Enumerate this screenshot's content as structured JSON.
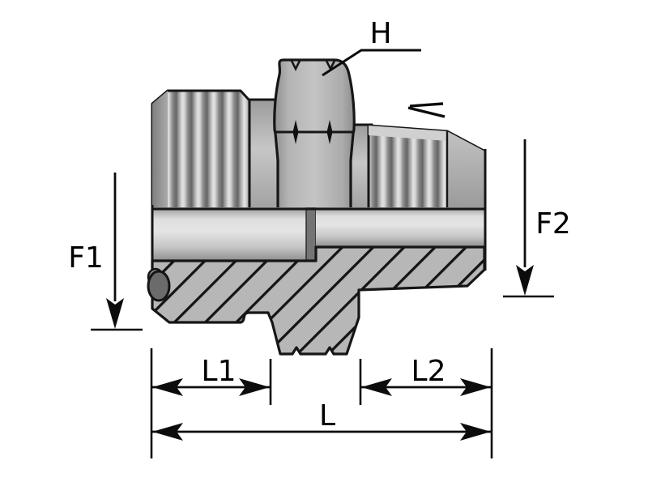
{
  "diagram": {
    "kind": "technical-drawing-half-section-fitting",
    "colors": {
      "background": "#ffffff",
      "outline": "#161616",
      "section_fill": "#b7b7b7",
      "hatch_line": "#141414",
      "label_text": "#000000",
      "oring_fill": "#6b6b6b"
    },
    "labels": {
      "hex_flat": "H",
      "left_across_flats": "F1",
      "right_across_flats": "F2",
      "left_thread_length": "L1",
      "right_thread_length": "L2",
      "overall_length": "L"
    }
  }
}
